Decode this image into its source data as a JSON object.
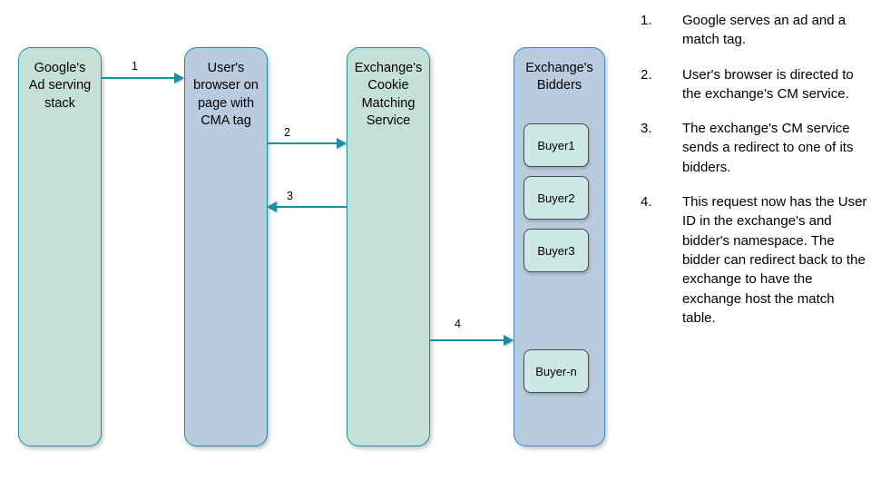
{
  "diagram": {
    "title": "Cookie matching flow between Google ad serving, user browser, exchange CM service and bidders",
    "colors": {
      "green_fill": "#c5e1d7",
      "blue_fill": "#b8cbdf",
      "buyer_fill": "#cce8e4",
      "teal_stroke": "#1b8fa3",
      "blue_stroke": "#4a7fc1",
      "buyer_stroke": "#4d4d4d",
      "text": "#000000",
      "background": "#ffffff"
    },
    "nodes": [
      {
        "id": "google-ad-serving-stack",
        "label": "Google's\nAd serving\nstack"
      },
      {
        "id": "user-browser",
        "label": "User's\nbrowser on\npage with\nCMA tag"
      },
      {
        "id": "exchange-cookie-matching-service",
        "label": "Exchange's\nCookie\nMatching\nService"
      },
      {
        "id": "exchange-bidders",
        "label": "Exchange's\nBidders"
      }
    ],
    "buyers": [
      {
        "id": "buyer1",
        "label": "Buyer1"
      },
      {
        "id": "buyer2",
        "label": "Buyer2"
      },
      {
        "id": "buyer3",
        "label": "Buyer3"
      },
      {
        "id": "buyer-n",
        "label": "Buyer-n"
      }
    ],
    "arrows": [
      {
        "id": "arrow-1",
        "label": "1",
        "direction": "right",
        "from": "google-ad-serving-stack",
        "to": "user-browser"
      },
      {
        "id": "arrow-2",
        "label": "2",
        "direction": "right",
        "from": "user-browser",
        "to": "exchange-cookie-matching-service"
      },
      {
        "id": "arrow-3",
        "label": "3",
        "direction": "left",
        "from": "exchange-cookie-matching-service",
        "to": "user-browser"
      },
      {
        "id": "arrow-4",
        "label": "4",
        "direction": "right",
        "from": "exchange-cookie-matching-service",
        "to": "exchange-bidders"
      }
    ]
  },
  "steps": [
    {
      "number": "1.",
      "text": "Google serves an ad and a match tag."
    },
    {
      "number": "2.",
      "text": "User's browser is directed to the exchange's CM service."
    },
    {
      "number": "3.",
      "text": "The exchange's CM service sends a redirect to one of its bidders."
    },
    {
      "number": "4.",
      "text": "This request now has the User ID in the exchange's and bidder's namespace. The bidder can redirect back to the exchange to have the exchange host the match table."
    }
  ]
}
